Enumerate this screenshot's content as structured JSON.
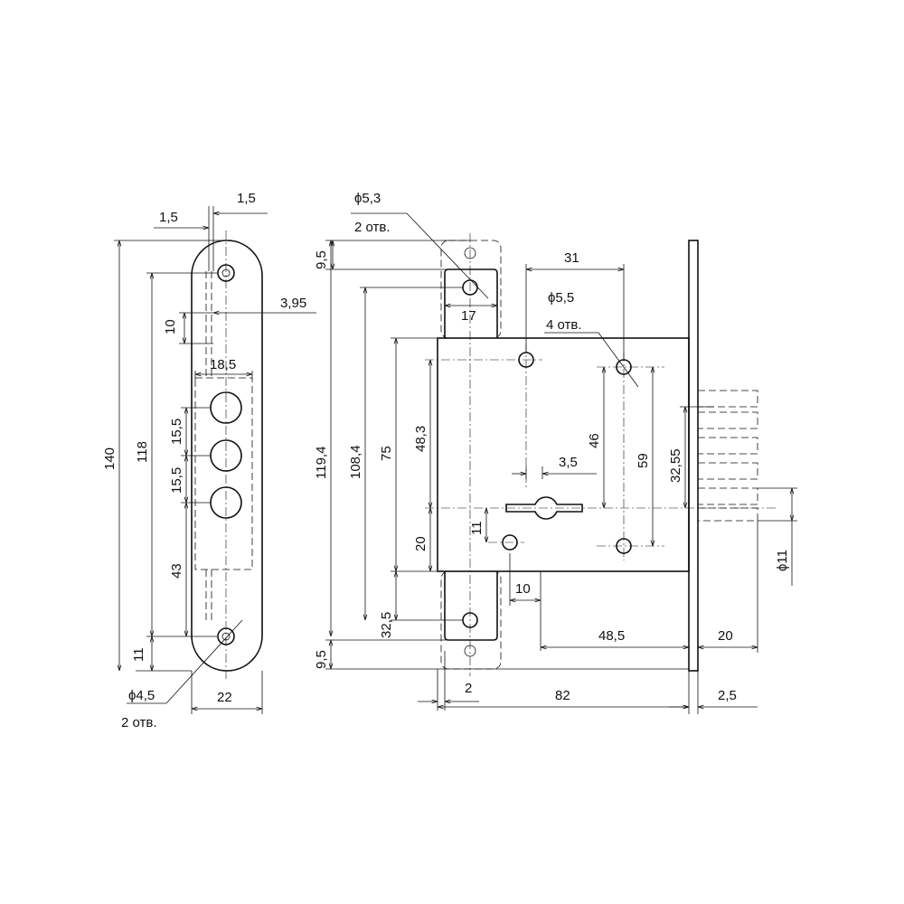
{
  "faceplate": {
    "dims": {
      "d_1_5_left": "1,5",
      "d_1_5_right": "1,5",
      "d_3_95": "3,95",
      "d_10": "10",
      "d_18_5": "18,5",
      "d_15_5_a": "15,5",
      "d_15_5_b": "15,5",
      "d_43": "43",
      "d_11": "11",
      "d_140": "140",
      "d_118": "118",
      "d_22": "22",
      "hole_dia": "ϕ4,5",
      "hole_count": "2 отв."
    }
  },
  "lockbody": {
    "dims": {
      "top_hole_dia": "ϕ5,3",
      "top_hole_count": "2 отв.",
      "d_9_5_top": "9,5",
      "d_17": "17",
      "d_31": "31",
      "mount_hole_dia": "ϕ5,5",
      "mount_hole_count": "4 отв.",
      "d_119_4": "119,4",
      "d_108_4": "108,4",
      "d_75": "75",
      "d_48_3": "48,3",
      "d_46": "46",
      "d_59": "59",
      "d_32_55": "32,55",
      "d_3_5": "3,5",
      "d_20_left": "20",
      "d_11": "11",
      "d_10": "10",
      "d_11_dia": "ϕ11",
      "d_32_5": "32,5",
      "d_48_5": "48,5",
      "d_20_right": "20",
      "d_9_5_bottom": "9,5",
      "d_2": "2",
      "d_82": "82",
      "d_2_5": "2,5"
    }
  }
}
